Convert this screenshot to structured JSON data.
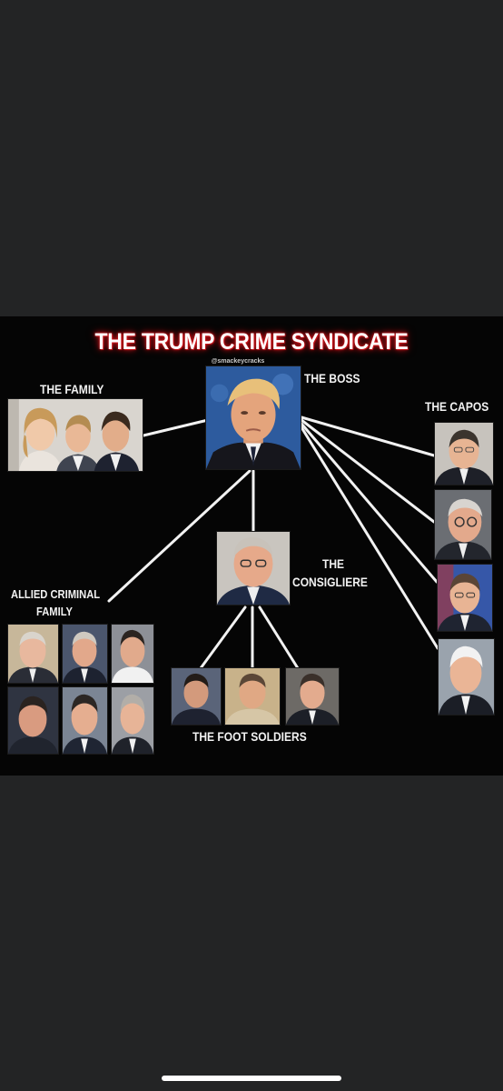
{
  "diagram": {
    "title": "THE TRUMP CRIME SYNDICATE",
    "credit": "@smackeycracks",
    "labels": {
      "boss": "THE BOSS",
      "family": "THE FAMILY",
      "capos": "THE CAPOS",
      "consigliere_line1": "THE",
      "consigliere_line2": "CONSIGLIERE",
      "allied_line1": "ALLIED CRIMINAL",
      "allied_line2": "FAMILY",
      "foot_soldiers": "THE FOOT SOLDIERS"
    }
  },
  "colors": {
    "screen_background": "#232425",
    "diagram_background": "#050505",
    "title_glow": "#e0191d",
    "connector": "#f2f2f2"
  }
}
